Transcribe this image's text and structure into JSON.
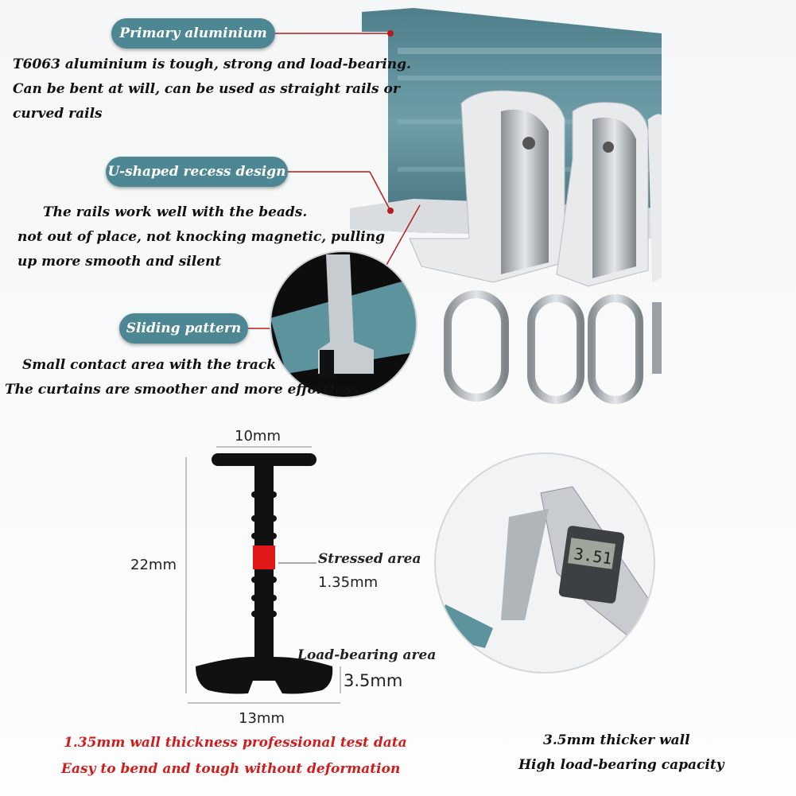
{
  "callouts": [
    {
      "label": "Primary aluminium",
      "lines": [
        "T6063 aluminium is tough, strong and load-bearing.",
        "Can be bent at will, can be used as straight rails or",
        "curved rails"
      ]
    },
    {
      "label": "U-shaped recess design",
      "lines": [
        "The rails work well with the beads.",
        "not out of place, not knocking magnetic, pulling",
        "up more smooth and silent"
      ]
    },
    {
      "label": "Sliding pattern",
      "lines": [
        "Small contact area with the track",
        "The curtains are smoother and more effortless"
      ]
    }
  ],
  "diagram": {
    "top_width": "10mm",
    "height": "22mm",
    "stressed_label": "Stressed area",
    "wall_value": "1.35mm",
    "load_label": "Load-bearing area",
    "base_thickness": "3.5mm",
    "bottom_width": "13mm"
  },
  "captions": {
    "left": [
      "1.35mm wall thickness professional test data",
      "Easy to bend and tough without deformation"
    ],
    "right": [
      "3.5mm thicker wall",
      "High load-bearing capacity"
    ]
  },
  "caliper_display": "3.51",
  "colors": {
    "pill": "#4d8793",
    "rail": "#5f8f99",
    "red_text": "#d21c1c"
  }
}
